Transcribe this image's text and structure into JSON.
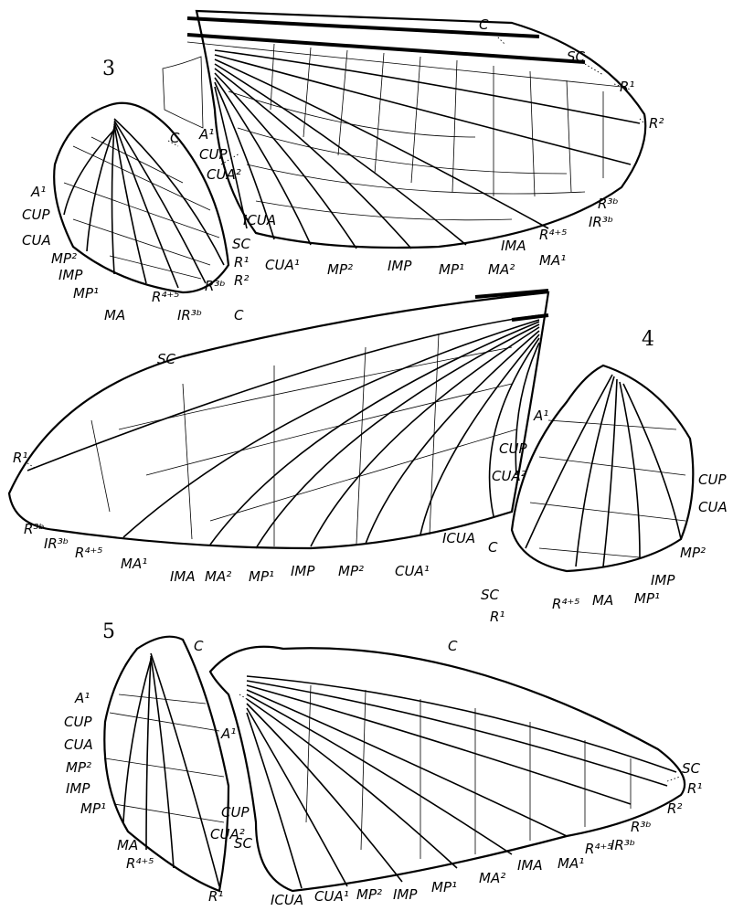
{
  "figures": [
    {
      "number": "3",
      "labels": [
        "C",
        "SC",
        "R1",
        "R2",
        "R3b",
        "IR3b",
        "R4+5",
        "MA1",
        "IMA",
        "MA2",
        "MP1",
        "IMP",
        "MP2",
        "CUA1",
        "ICUA",
        "CUA2",
        "CUP",
        "A1"
      ]
    },
    {
      "number": "3",
      "labels": [
        "C",
        "A1",
        "CUP",
        "CUA",
        "MP2",
        "IMP",
        "MP1",
        "MA",
        "R4+5",
        "IR3b",
        "R3b",
        "R2",
        "R1",
        "SC"
      ]
    },
    {
      "number": "4",
      "labels": [
        "C",
        "SC",
        "R1",
        "R3b",
        "IR3b",
        "R4+5",
        "MA1",
        "IMA",
        "MA2",
        "MP1",
        "IMP",
        "MP2",
        "CUA1",
        "ICUA",
        "CUA2",
        "CUP",
        "A1"
      ]
    },
    {
      "number": "4",
      "labels": [
        "CUP",
        "CUA",
        "MP2",
        "IMP",
        "MP1",
        "MA",
        "R4+5",
        "R1",
        "SC",
        "C"
      ]
    },
    {
      "number": "5",
      "labels": [
        "C",
        "A1",
        "CUP",
        "CUA",
        "MP2",
        "IMP",
        "MP1",
        "MA",
        "R4+5",
        "R1",
        "SC"
      ]
    },
    {
      "number": "5",
      "labels": [
        "C",
        "SC",
        "R1",
        "R2",
        "R3b",
        "IR3b",
        "R4+5",
        "MA1",
        "IMA",
        "MA2",
        "MP1",
        "IMP",
        "MP2",
        "CUA1",
        "ICUA",
        "CUA2",
        "A1"
      ]
    }
  ],
  "fig_numbers": {
    "f3": "3",
    "f4": "4",
    "f5": "5"
  }
}
